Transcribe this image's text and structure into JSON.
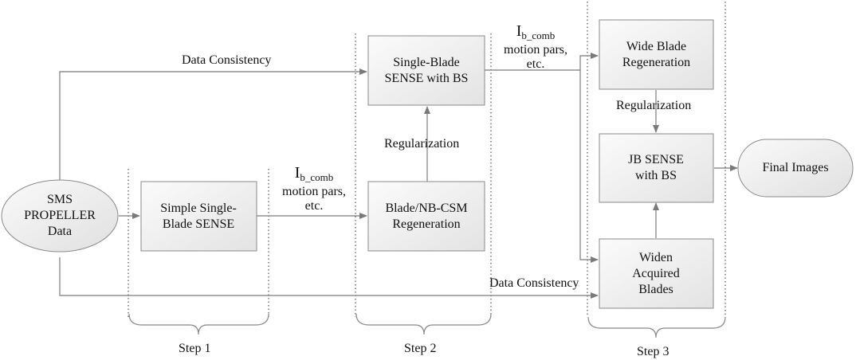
{
  "nodes": {
    "sms_data": "SMS PROPELLER Data",
    "simple_single_blade": "Simple Single-Blade SENSE",
    "single_blade_bs": "Single-Blade SENSE with BS",
    "blade_nbcsm": "Blade/NB-CSM Regeneration",
    "wide_blade": "Wide Blade Regeneration",
    "jb_sense": "JB SENSE with BS",
    "widen_blades": "Widen Acquired Blades",
    "final_images": "Final Images"
  },
  "edge_labels": {
    "data_consistency_top": "Data Consistency",
    "data_consistency_bottom": "Data Consistency",
    "regularization_step2": "Regularization",
    "regularization_step3": "Regularization",
    "ib_comb_step1": {
      "main": "I",
      "sub": "b_comb",
      "rest": "motion pars, etc."
    },
    "ib_comb_step2": {
      "main": "I",
      "sub": "b_comb",
      "rest": "motion pars, etc."
    }
  },
  "steps": [
    "Step 1",
    "Step 2",
    "Step 3"
  ]
}
